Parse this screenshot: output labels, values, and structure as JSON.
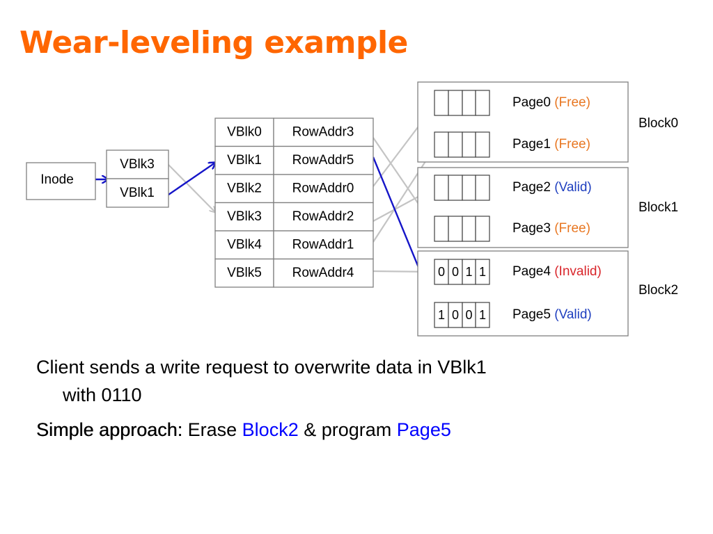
{
  "title": "Wear-leveling example",
  "diagram": {
    "inode_label": "Inode",
    "inode_entries": [
      "VBlk3",
      "VBlk1"
    ],
    "map_rows": [
      {
        "vblk": "VBlk0",
        "row": "RowAddr3"
      },
      {
        "vblk": "VBlk1",
        "row": "RowAddr5"
      },
      {
        "vblk": "VBlk2",
        "row": "RowAddr0"
      },
      {
        "vblk": "VBlk3",
        "row": "RowAddr2"
      },
      {
        "vblk": "VBlk4",
        "row": "RowAddr1"
      },
      {
        "vblk": "VBlk5",
        "row": "RowAddr4"
      }
    ],
    "pages": [
      {
        "name": "Page0",
        "status": "(Free)",
        "status_color": "#e87722",
        "cells": [
          "",
          "",
          "",
          ""
        ]
      },
      {
        "name": "Page1",
        "status": "(Free)",
        "status_color": "#e87722",
        "cells": [
          "",
          "",
          "",
          ""
        ]
      },
      {
        "name": "Page2",
        "status": "(Valid)",
        "status_color": "#1f3fbf",
        "cells": [
          "",
          "",
          "",
          ""
        ]
      },
      {
        "name": "Page3",
        "status": "(Free)",
        "status_color": "#e87722",
        "cells": [
          "",
          "",
          "",
          ""
        ]
      },
      {
        "name": "Page4",
        "status": "(Invalid)",
        "status_color": "#d9262b",
        "cells": [
          "0",
          "0",
          "1",
          "1"
        ]
      },
      {
        "name": "Page5",
        "status": "(Valid)",
        "status_color": "#1f3fbf",
        "cells": [
          "1",
          "0",
          "0",
          "1"
        ]
      }
    ],
    "blocks": [
      "Block0",
      "Block1",
      "Block2"
    ],
    "colors": {
      "active_arrow": "#1515c8",
      "inactive_arrow": "#c4c4c4",
      "border": "#7f7f7f"
    }
  },
  "text": {
    "line1": "Client sends a write request to overwrite data in VBlk1",
    "line2": "with 0110",
    "line3_label": "Simple approach:",
    "line3_text1": " Erase ",
    "line3_block": "Block2",
    "line3_text2": " & program ",
    "line3_page": "Page5"
  }
}
